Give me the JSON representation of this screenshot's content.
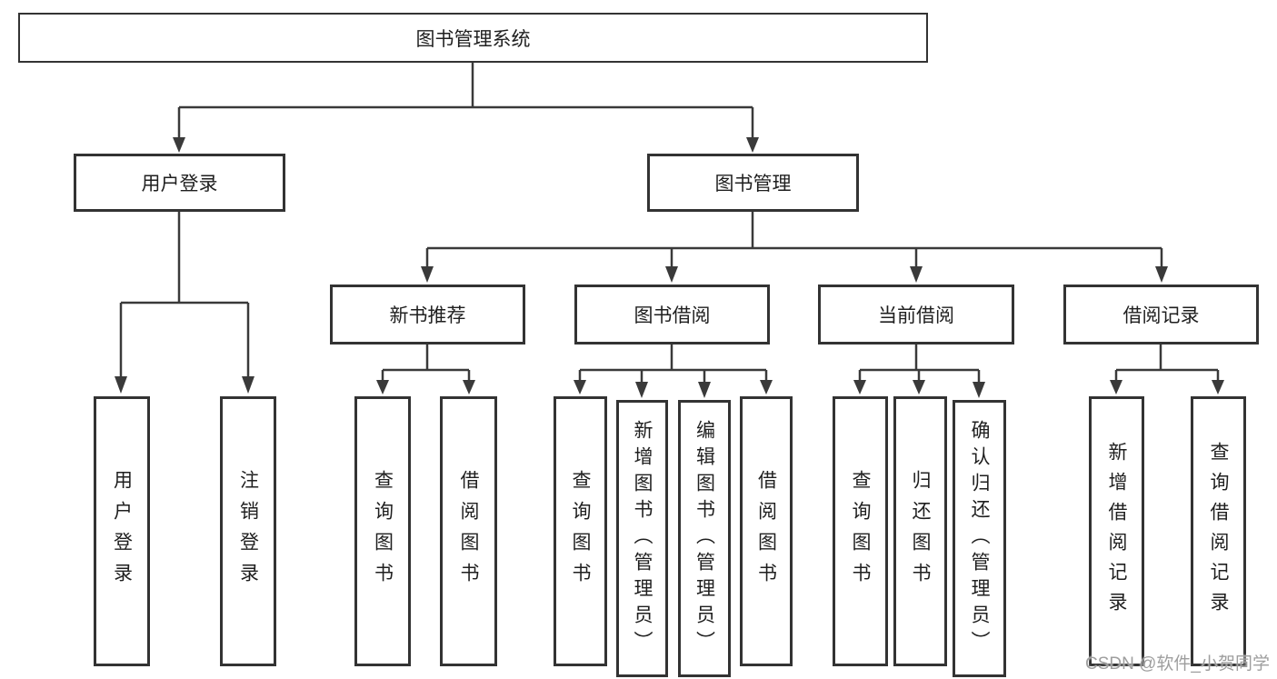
{
  "diagram": {
    "type": "tree-hierarchy",
    "title": "图书管理系统",
    "colors": {
      "line": "#3a3a3a",
      "box_border": "#333333",
      "text": "#1f1f1f",
      "watermark": "#9e9e9e",
      "background": "#ffffff"
    },
    "nodes": {
      "root": {
        "label": "图书管理系统"
      },
      "user_login": {
        "label": "用户登录"
      },
      "book_management": {
        "label": "图书管理"
      },
      "new_book_recommend": {
        "label": "新书推荐"
      },
      "book_borrow": {
        "label": "图书借阅"
      },
      "current_borrow": {
        "label": "当前借阅"
      },
      "borrow_records": {
        "label": "借阅记录"
      },
      "leaf_user_login": {
        "label": "用户登录"
      },
      "leaf_logout": {
        "label": "注销登录"
      },
      "rec_query_books": {
        "label": "查询图书"
      },
      "rec_borrow_books": {
        "label": "借阅图书"
      },
      "bor_query_books": {
        "label": "查询图书"
      },
      "bor_add_books": {
        "label": "新增图书（管理员）"
      },
      "bor_edit_books": {
        "label": "编辑图书（管理员）"
      },
      "bor_borrow_books": {
        "label": "借阅图书"
      },
      "cur_query_books": {
        "label": "查询图书"
      },
      "cur_return_books": {
        "label": "归还图书"
      },
      "cur_confirm_return": {
        "label": "确认归还（管理员）"
      },
      "log_add_record": {
        "label": "新增借阅记录"
      },
      "log_query_record": {
        "label": "查询借阅记录"
      }
    },
    "edges": [
      "root->用户登录",
      "root->图书管理",
      "用户登录->用户登录(叶)",
      "用户登录->注销登录",
      "图书管理->新书推荐",
      "图书管理->图书借阅",
      "图书管理->当前借阅",
      "图书管理->借阅记录",
      "新书推荐->查询图书",
      "新书推荐->借阅图书",
      "图书借阅->查询图书",
      "图书借阅->新增图书（管理员）",
      "图书借阅->编辑图书（管理员）",
      "图书借阅->借阅图书",
      "当前借阅->查询图书",
      "当前借阅->归还图书",
      "当前借阅->确认归还（管理员）",
      "借阅记录->新增借阅记录",
      "借阅记录->查询借阅记录"
    ],
    "watermark": "CSDN @软件_小贺同学"
  }
}
